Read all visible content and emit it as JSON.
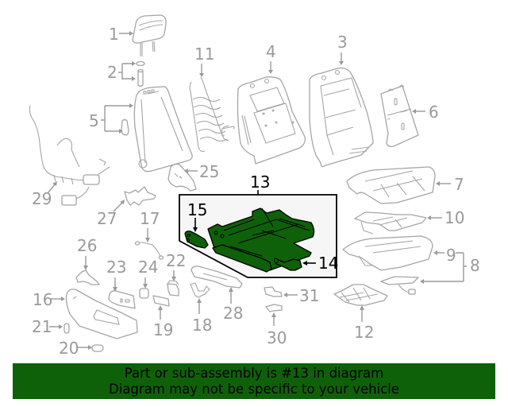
{
  "diagram": {
    "title": "Seat assembly exploded parts diagram",
    "highlight_color": "#0e6108",
    "label_color": "#9a9a9a",
    "highlighted_part": "13",
    "callouts": [
      {
        "id": "1",
        "label": "1"
      },
      {
        "id": "2",
        "label": "2"
      },
      {
        "id": "3",
        "label": "3"
      },
      {
        "id": "4",
        "label": "4"
      },
      {
        "id": "5",
        "label": "5"
      },
      {
        "id": "6",
        "label": "6"
      },
      {
        "id": "7",
        "label": "7"
      },
      {
        "id": "8",
        "label": "8"
      },
      {
        "id": "9",
        "label": "9"
      },
      {
        "id": "10",
        "label": "10"
      },
      {
        "id": "11",
        "label": "11"
      },
      {
        "id": "12",
        "label": "12"
      },
      {
        "id": "13",
        "label": "13"
      },
      {
        "id": "14",
        "label": "14"
      },
      {
        "id": "15",
        "label": "15"
      },
      {
        "id": "16",
        "label": "16"
      },
      {
        "id": "17",
        "label": "17"
      },
      {
        "id": "18",
        "label": "18"
      },
      {
        "id": "19",
        "label": "19"
      },
      {
        "id": "20",
        "label": "20"
      },
      {
        "id": "21",
        "label": "21"
      },
      {
        "id": "22",
        "label": "22"
      },
      {
        "id": "23",
        "label": "23"
      },
      {
        "id": "24",
        "label": "24"
      },
      {
        "id": "25",
        "label": "25"
      },
      {
        "id": "26",
        "label": "26"
      },
      {
        "id": "27",
        "label": "27"
      },
      {
        "id": "28",
        "label": "28"
      },
      {
        "id": "29",
        "label": "29"
      },
      {
        "id": "30",
        "label": "30"
      },
      {
        "id": "31",
        "label": "31"
      }
    ]
  },
  "banner": {
    "background": "#0e6108",
    "line1": "Part or sub-assembly is #13 in diagram",
    "line2": "Diagram may not be specific to your vehicle"
  }
}
